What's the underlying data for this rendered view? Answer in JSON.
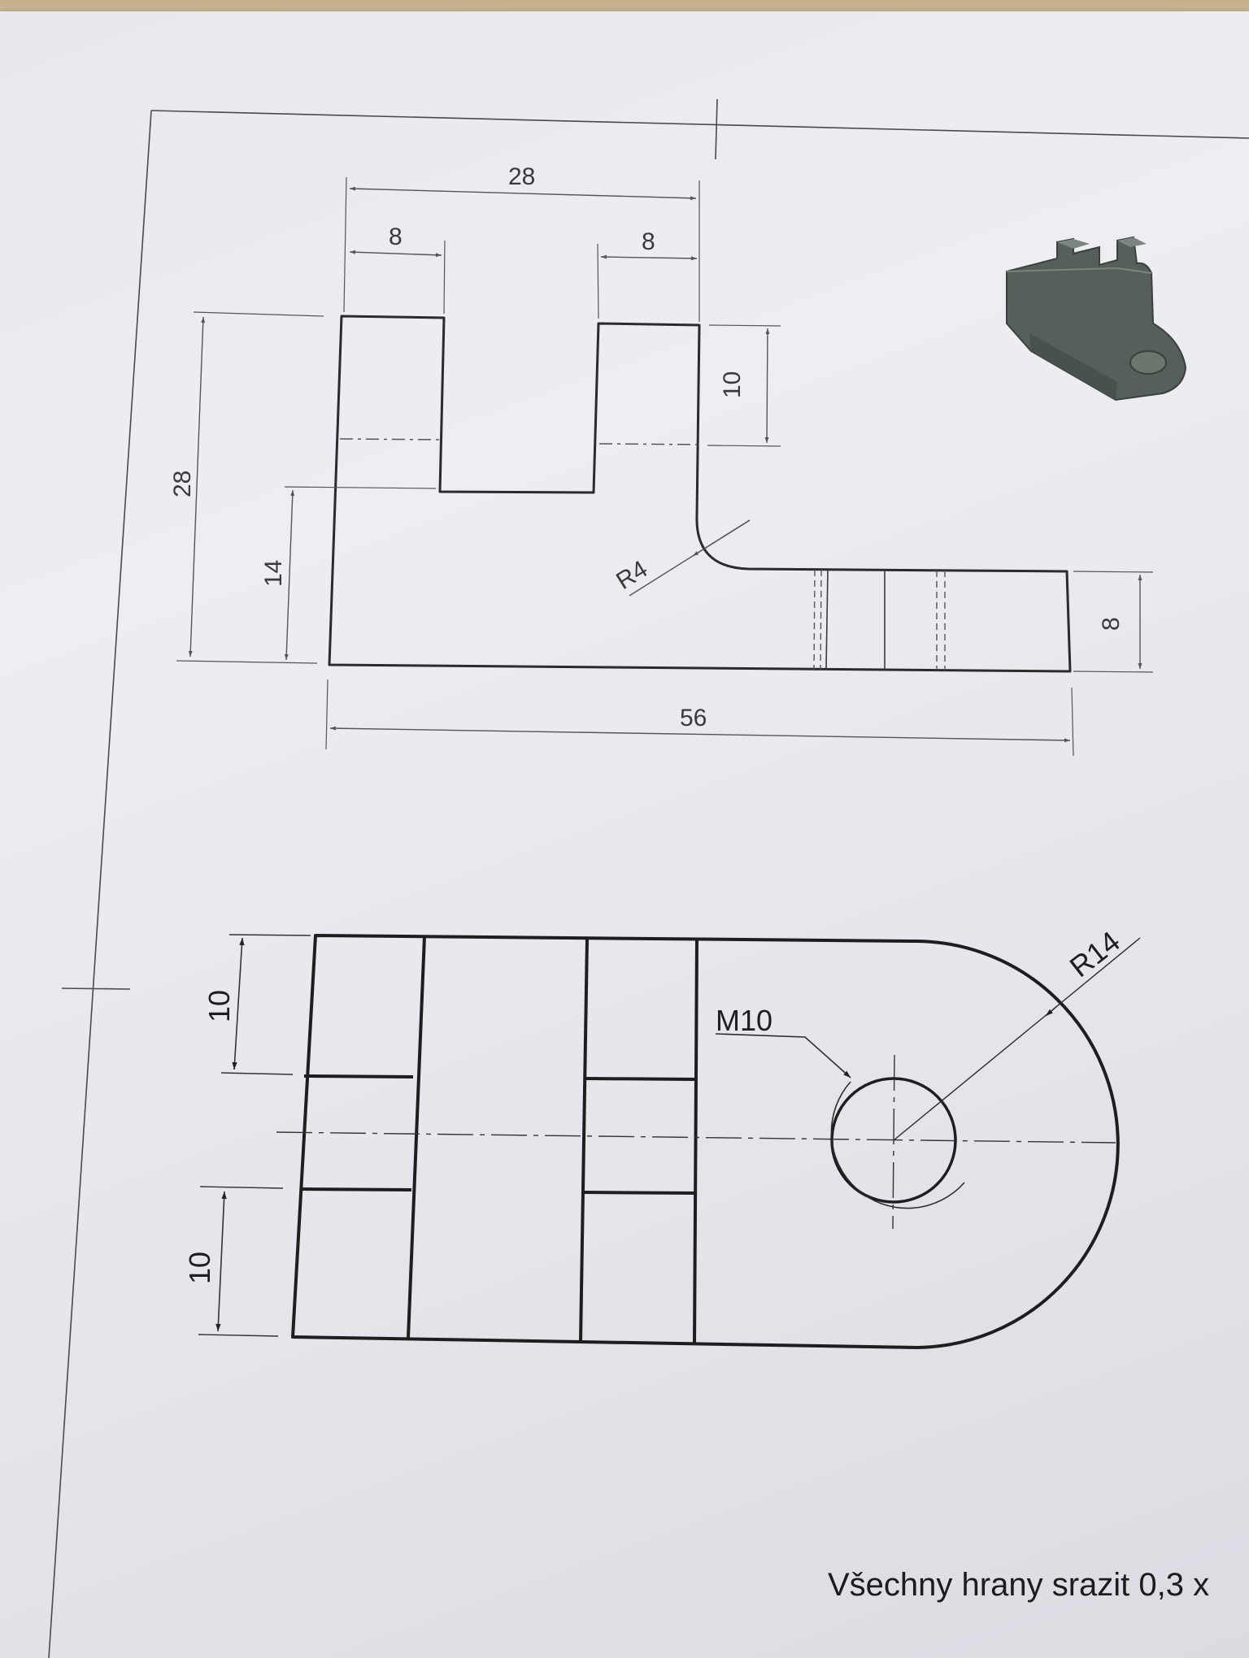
{
  "front_view": {
    "dims": {
      "overall_width": "56",
      "overall_height": "28",
      "slot_height": "14",
      "left_tab_width": "8",
      "right_tab_width": "8",
      "tabs_span": "28",
      "tab_depth": "10",
      "flange_height": "8",
      "fillet_radius": "R4"
    }
  },
  "top_view": {
    "dims": {
      "upper_slot_offset": "10",
      "lower_slot_offset": "10",
      "end_radius": "R14",
      "thread": "M10"
    }
  },
  "note": "Všechny hrany srazit 0,3 x"
}
